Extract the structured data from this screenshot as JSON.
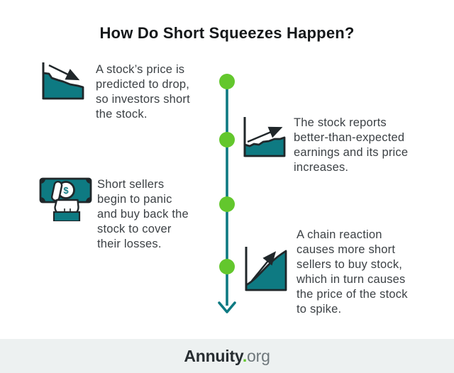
{
  "theme": {
    "teal": "#0E7A82",
    "green": "#63C72D",
    "ink": "#20272A",
    "text": "#3C4145",
    "title": "#15181A",
    "footer-bg": "#EDF1F1",
    "logo-dark": "#272D31",
    "logo-gray": "#6E777B",
    "white": "#FFFFFF"
  },
  "header": {
    "title": "How Do Short Squeezes Happen?"
  },
  "steps": [
    {
      "icon": "declining-stock-chart-icon",
      "text": "A stock’s price is\npredicted to drop,\nso investors short\nthe stock."
    },
    {
      "icon": "rising-stock-chart-icon",
      "text": "The stock reports\nbetter-than-expected\nearnings and its price\nincreases."
    },
    {
      "icon": "cash-in-hand-icon",
      "text": "Short sellers\nbegin to panic\nand buy back the\nstock to cover\ntheir losses."
    },
    {
      "icon": "spiking-stock-chart-icon",
      "text": "A chain reaction\ncauses more short\nsellers to buy stock,\nwhich in turn causes\nthe price of the stock\nto spike."
    }
  ],
  "icons": {
    "dollar_sign": "$"
  },
  "timeline": {
    "direction": "down",
    "node_count": 4
  },
  "footer": {
    "brand": "Annuity",
    "separator": ".",
    "tld": "org"
  }
}
